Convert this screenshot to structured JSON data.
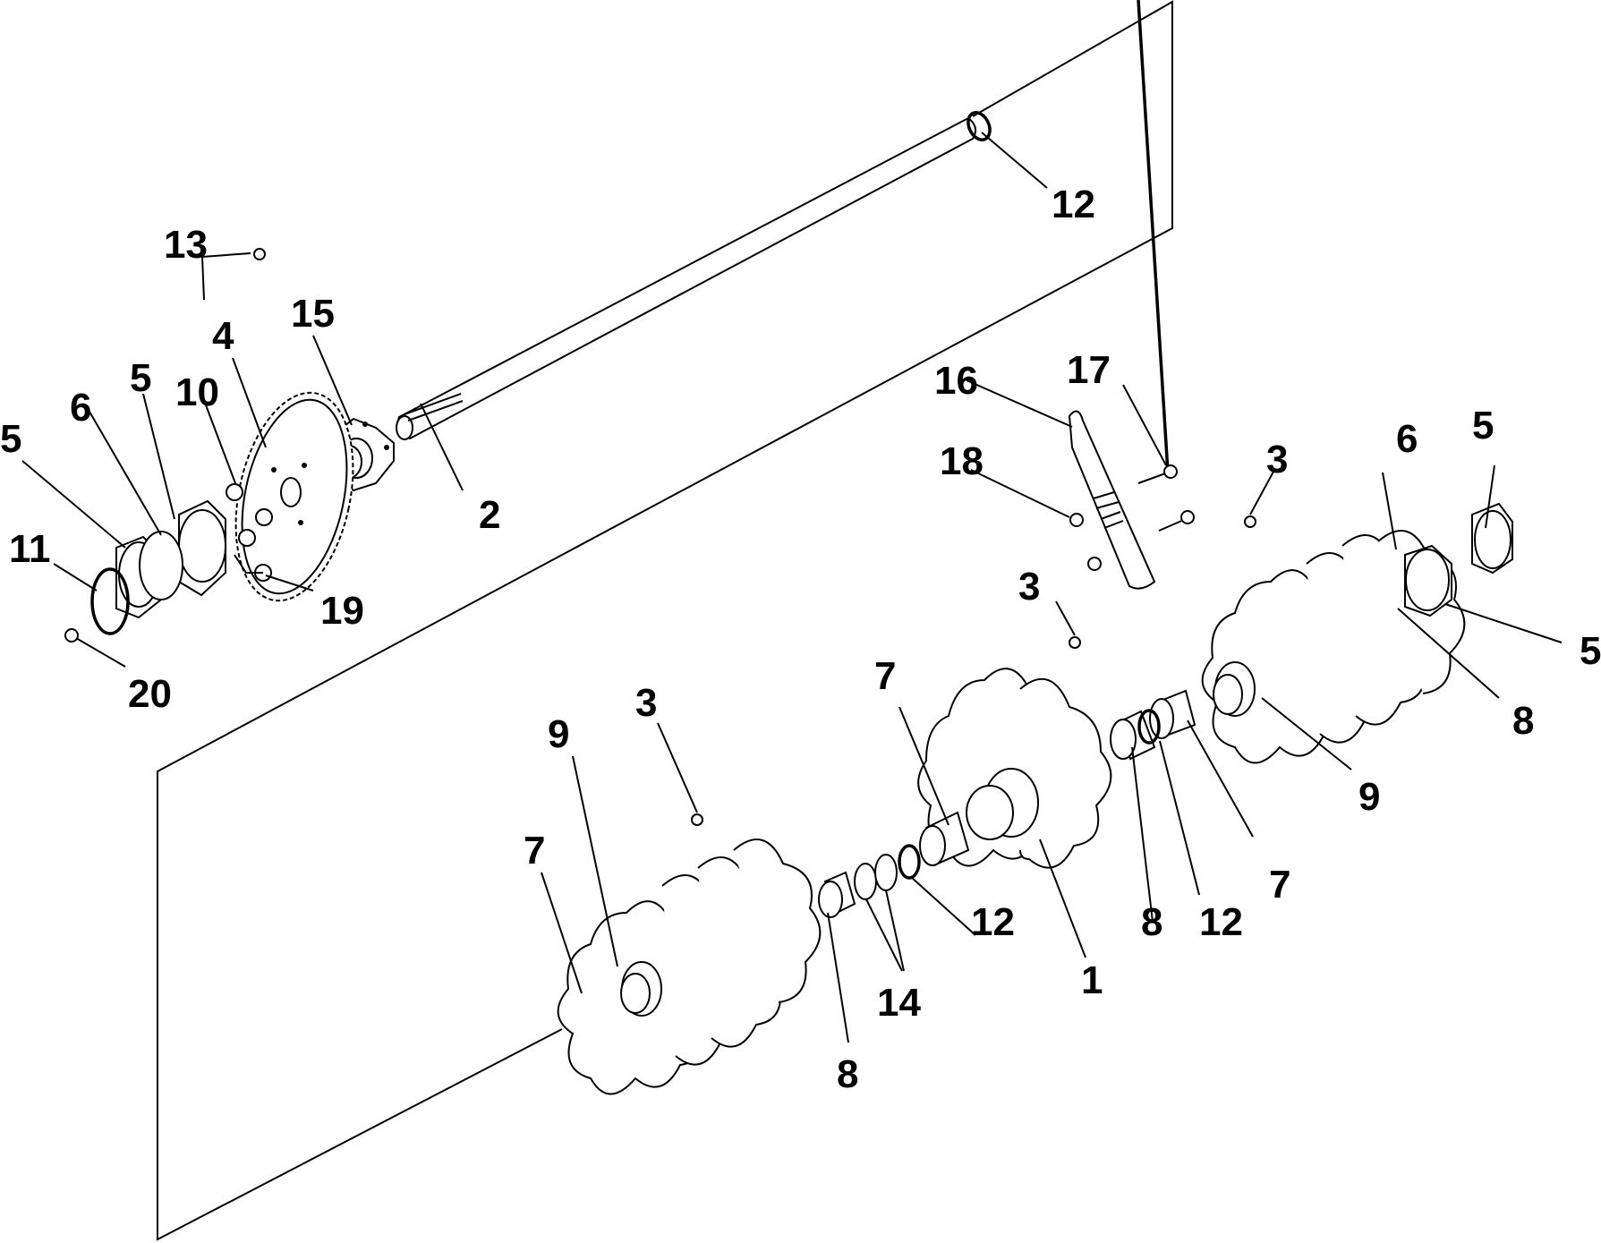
{
  "callouts": {
    "c1": "1",
    "c2": "2",
    "c3a": "3",
    "c3b": "3",
    "c3c": "3",
    "c4": "4",
    "c5a": "5",
    "c5b": "5",
    "c5c": "5",
    "c5d": "5",
    "c6a": "6",
    "c6b": "6",
    "c7a": "7",
    "c7b": "7",
    "c7c": "7",
    "c8a": "8",
    "c8b": "8",
    "c8c": "8",
    "c9a": "9",
    "c9b": "9",
    "c10": "10",
    "c11": "11",
    "c12a": "12",
    "c12b": "12",
    "c12c": "12",
    "c13": "13",
    "c14": "14",
    "c15": "15",
    "c16": "16",
    "c17": "17",
    "c18": "18",
    "c19": "19",
    "c20": "20"
  },
  "icons": [
    "sprocket-icon",
    "bearing-flange-icon",
    "shaft-icon",
    "rotor-disc-icon",
    "bolt-icon",
    "nut-icon",
    "bushing-icon",
    "ring-icon",
    "scraper-icon"
  ]
}
